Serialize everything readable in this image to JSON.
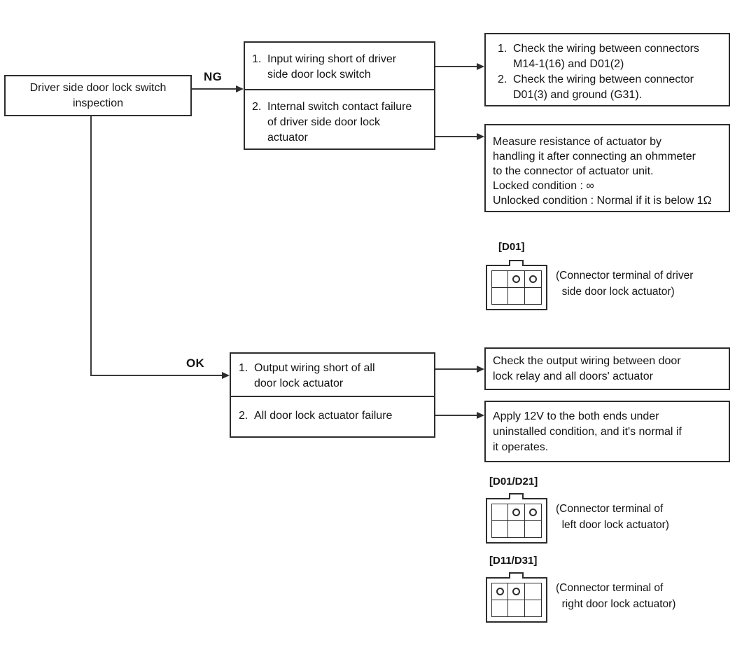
{
  "diagram": {
    "start_box": "Driver side door lock switch\ninspection",
    "ng_label": "NG",
    "ok_label": "OK",
    "ng_causes": {
      "item1_num": "1.",
      "item1": "Input wiring short of driver\nside door lock switch",
      "item2_num": "2.",
      "item2": "Internal switch contact failure\nof driver side door lock\nactuator"
    },
    "ng_action1": {
      "item1_num": "1.",
      "item1": "Check the wiring between connectors\nM14-1(16) and D01(2)",
      "item2_num": "2.",
      "item2": "Check the wiring between connector\nD01(3) and ground (G31)."
    },
    "ng_action2": "Measure resistance of actuator by\nhandling it after connecting an ohmmeter\nto the connector of actuator unit.\nLocked condition : ∞\nUnlocked condition : Normal if it is below 1Ω",
    "ok_causes": {
      "item1_num": "1.",
      "item1": "Output wiring short of all\ndoor lock actuator",
      "item2_num": "2.",
      "item2": "All door lock actuator failure"
    },
    "ok_action1": "Check the output wiring between door\nlock relay and all doors' actuator",
    "ok_action2": "Apply 12V to the both ends under\nuninstalled condition, and it's normal if\nit operates."
  },
  "connectors": [
    {
      "label": "[D01]",
      "caption": "(Connector terminal of driver\n  side door lock actuator)",
      "circle_cells": [
        1,
        2
      ]
    },
    {
      "label": "[D01/D21]",
      "caption": "(Connector terminal of\n  left door lock actuator)",
      "circle_cells": [
        1,
        2
      ]
    },
    {
      "label": "[D11/D31]",
      "caption": "(Connector terminal of\n  right door lock actuator)",
      "circle_cells": [
        0,
        1
      ]
    }
  ],
  "colors": {
    "background": "#ffffff",
    "line": "#2d2d2d",
    "text": "#141414"
  }
}
